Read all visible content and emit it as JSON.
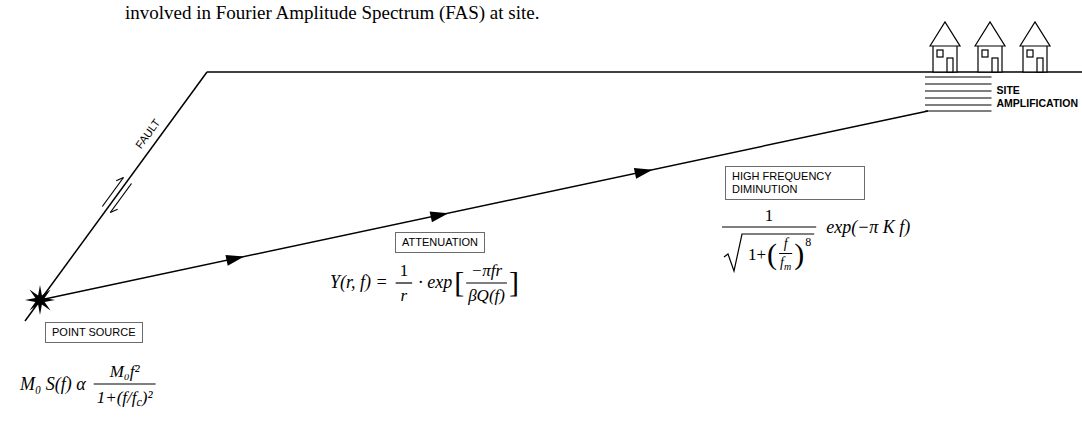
{
  "diagram": {
    "nodes": [
      {
        "text": [
          "POINT SOURCE"
        ]
      },
      {
        "text": [
          "ATTENUATION"
        ]
      },
      {
        "text": [
          "HIGH FREQUENCY DIMINUTION"
        ]
      }
    ],
    "labels": [
      "involved in Fourier Amplitude Spectrum (FAS) at site.",
      "FAULT",
      "SITE",
      "AMPLIFICATION",
      "M₀ S(f) α",
      "M₀f²",
      "1+(f/f",
      "c",
      ")²",
      "Y(r, f) =",
      "1",
      "r",
      "· exp",
      "[",
      "−πfr",
      "βQ(f)",
      "]",
      "1",
      "1+",
      "(",
      "f",
      "f",
      "m",
      ")",
      "8",
      "exp(−π K f)"
    ]
  }
}
